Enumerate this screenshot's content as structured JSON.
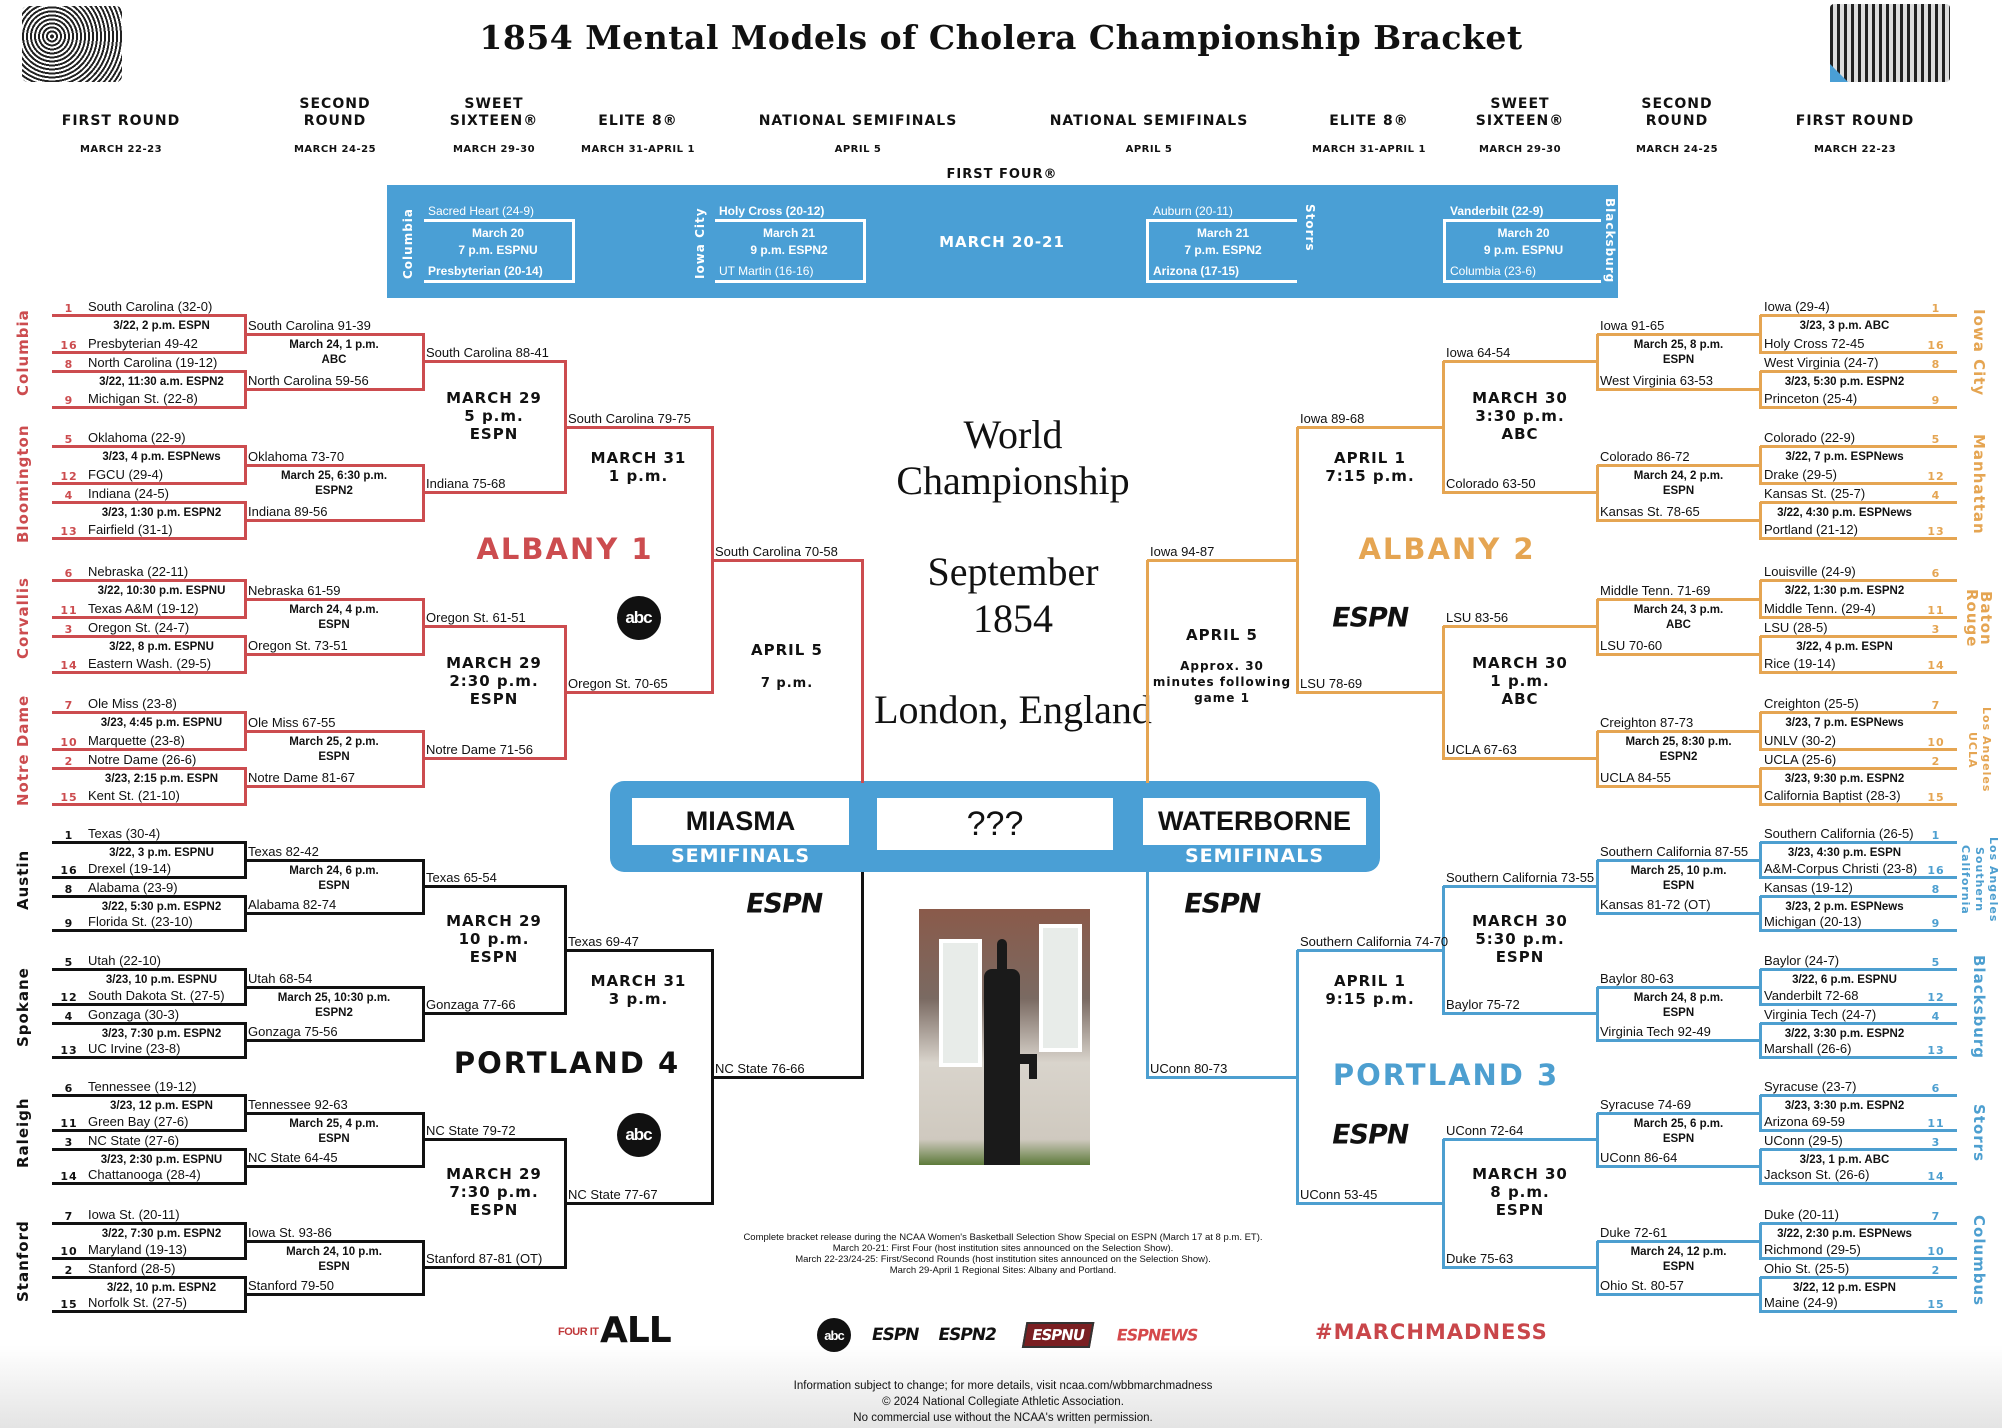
{
  "title": "1854 Mental Models of Cholera Championship Bracket",
  "header": {
    "columns": [
      {
        "label": "FIRST ROUND",
        "dates": "MARCH 22-23"
      },
      {
        "label": "SECOND ROUND",
        "dates": "MARCH 24-25"
      },
      {
        "label": "SWEET SIXTEEN®",
        "dates": "MARCH 29-30"
      },
      {
        "label": "ELITE 8®",
        "dates": "MARCH 31-APRIL 1"
      },
      {
        "label": "NATIONAL SEMIFINALS",
        "dates": "APRIL 5"
      },
      {
        "label": "NATIONAL SEMIFINALS",
        "dates": "APRIL 5"
      },
      {
        "label": "ELITE 8®",
        "dates": "MARCH 31-APRIL 1"
      },
      {
        "label": "SWEET SIXTEEN®",
        "dates": "MARCH 29-30"
      },
      {
        "label": "SECOND ROUND",
        "dates": "MARCH 24-25"
      },
      {
        "label": "FIRST ROUND",
        "dates": "MARCH 22-23"
      }
    ]
  },
  "first_four": {
    "title": "FIRST FOUR®",
    "center": "MARCH 20-21",
    "games": [
      {
        "city": "Columbia",
        "top": "Sacred Heart (24-9)",
        "date": "March 20",
        "time": "7 p.m. ESPNU",
        "bottom": "Presbyterian (20-14)"
      },
      {
        "city": "Iowa City",
        "top": "Holy Cross (20-12)",
        "date": "March 21",
        "time": "9 p.m. ESPN2",
        "bottom": "UT Martin (16-16)"
      },
      {
        "city": "Storrs",
        "top": "Auburn (20-11)",
        "date": "March 21",
        "time": "7 p.m. ESPN2",
        "bottom": "Arizona (17-15)"
      },
      {
        "city": "Blacksburg",
        "top": "Vanderbilt (22-9)",
        "date": "March 20",
        "time": "9 p.m. ESPNU",
        "bottom": "Columbia (23-6)"
      }
    ]
  },
  "colors": {
    "albany1": "#cc4c4f",
    "albany2": "#e5a552",
    "portland4": "#111111",
    "portland3": "#4d9fd0",
    "banner": "#4a9fd5"
  },
  "regions": [
    {
      "name": "ALBANY 1",
      "color": "#cc4c4f",
      "pods": [
        {
          "city": "Columbia",
          "teams": [
            {
              "seed": "1",
              "name": "South Carolina (32-0)"
            },
            {
              "seed": "16",
              "name": "Presbyterian  49-42"
            },
            {
              "seed": "8",
              "name": "North Carolina (19-12)"
            },
            {
              "seed": "9",
              "name": "Michigan St. (22-8)"
            }
          ],
          "r1_times": [
            "3/22, 2 p.m. ESPN",
            "3/22, 11:30 a.m. ESPN2"
          ],
          "r2_winners": [
            "South Carolina  91-39",
            "North Carolina  59-56"
          ],
          "r2_time": [
            "March 24, 1 p.m.",
            "ABC"
          ]
        },
        {
          "city": "Bloomington",
          "teams": [
            {
              "seed": "5",
              "name": "Oklahoma (22-9)"
            },
            {
              "seed": "12",
              "name": "FGCU (29-4)"
            },
            {
              "seed": "4",
              "name": "Indiana (24-5)"
            },
            {
              "seed": "13",
              "name": "Fairfield (31-1)"
            }
          ],
          "r1_times": [
            "3/23, 4 p.m. ESPNews",
            "3/23, 1:30 p.m. ESPN2"
          ],
          "r2_winners": [
            "Oklahoma  73-70",
            "Indiana  89-56"
          ],
          "r2_time": [
            "March 25, 6:30 p.m.",
            "ESPN2"
          ]
        },
        {
          "city": "Corvallis",
          "teams": [
            {
              "seed": "6",
              "name": "Nebraska (22-11)"
            },
            {
              "seed": "11",
              "name": "Texas A&M (19-12)"
            },
            {
              "seed": "3",
              "name": "Oregon St. (24-7)"
            },
            {
              "seed": "14",
              "name": "Eastern Wash. (29-5)"
            }
          ],
          "r1_times": [
            "3/22, 10:30 p.m. ESPNU",
            "3/22, 8 p.m. ESPNU"
          ],
          "r2_winners": [
            "Nebraska  61-59",
            "Oregon St.  73-51"
          ],
          "r2_time": [
            "March 24, 4 p.m.",
            "ESPN"
          ]
        },
        {
          "city": "Notre Dame",
          "teams": [
            {
              "seed": "7",
              "name": "Ole Miss (23-8)"
            },
            {
              "seed": "10",
              "name": "Marquette (23-8)"
            },
            {
              "seed": "2",
              "name": "Notre Dame (26-6)"
            },
            {
              "seed": "15",
              "name": "Kent St. (21-10)"
            }
          ],
          "r1_times": [
            "3/23, 4:45 p.m. ESPNU",
            "3/23, 2:15 p.m. ESPN"
          ],
          "r2_winners": [
            "Ole Miss  67-55",
            "Notre Dame  81-67"
          ],
          "r2_time": [
            "March 25, 2 p.m.",
            "ESPN"
          ]
        }
      ],
      "s16": [
        {
          "winners": [
            "South Carolina  88-41",
            "Indiana  75-68"
          ],
          "time": [
            "MARCH 29",
            "5 p.m.",
            "ESPN"
          ]
        },
        {
          "winners": [
            "Oregon St.  61-51",
            "Notre Dame  71-56"
          ],
          "time": [
            "MARCH 29",
            "2:30 p.m.",
            "ESPN"
          ]
        }
      ],
      "e8": {
        "winners": [
          "South Carolina  79-75",
          "Oregon St.  70-65"
        ],
        "time": [
          "MARCH 31",
          "1 p.m."
        ],
        "logo": "abc"
      },
      "f4_entry": "South Carolina  70-58"
    },
    {
      "name": "PORTLAND 4",
      "color": "#111111",
      "pods": [
        {
          "city": "Austin",
          "teams": [
            {
              "seed": "1",
              "name": "Texas (30-4)"
            },
            {
              "seed": "16",
              "name": "Drexel (19-14)"
            },
            {
              "seed": "8",
              "name": "Alabama (23-9)"
            },
            {
              "seed": "9",
              "name": "Florida St. (23-10)"
            }
          ],
          "r1_times": [
            "3/22, 3 p.m. ESPNU",
            "3/22, 5:30 p.m. ESPN2"
          ],
          "r2_winners": [
            "Texas  82-42",
            "Alabama  82-74"
          ],
          "r2_time": [
            "March 24, 6 p.m.",
            "ESPN"
          ]
        },
        {
          "city": "Spokane",
          "teams": [
            {
              "seed": "5",
              "name": "Utah (22-10)"
            },
            {
              "seed": "12",
              "name": "South Dakota St. (27-5)"
            },
            {
              "seed": "4",
              "name": "Gonzaga (30-3)"
            },
            {
              "seed": "13",
              "name": "UC Irvine (23-8)"
            }
          ],
          "r1_times": [
            "3/23, 10 p.m. ESPNU",
            "3/23, 7:30 p.m. ESPN2"
          ],
          "r2_winners": [
            "Utah  68-54",
            "Gonzaga  75-56"
          ],
          "r2_time": [
            "March 25, 10:30 p.m.",
            "ESPN2"
          ]
        },
        {
          "city": "Raleigh",
          "teams": [
            {
              "seed": "6",
              "name": "Tennessee (19-12)"
            },
            {
              "seed": "11",
              "name": "Green Bay (27-6)"
            },
            {
              "seed": "3",
              "name": "NC State (27-6)"
            },
            {
              "seed": "14",
              "name": "Chattanooga (28-4)"
            }
          ],
          "r1_times": [
            "3/23, 12 p.m. ESPN",
            "3/23, 2:30 p.m. ESPNU"
          ],
          "r2_winners": [
            "Tennessee  92-63",
            "NC State  64-45"
          ],
          "r2_time": [
            "March 25, 4 p.m.",
            "ESPN"
          ]
        },
        {
          "city": "Stanford",
          "teams": [
            {
              "seed": "7",
              "name": "Iowa St. (20-11)"
            },
            {
              "seed": "10",
              "name": "Maryland (19-13)"
            },
            {
              "seed": "2",
              "name": "Stanford (28-5)"
            },
            {
              "seed": "15",
              "name": "Norfolk St. (27-5)"
            }
          ],
          "r1_times": [
            "3/22, 7:30 p.m. ESPN2",
            "3/22, 10 p.m. ESPN2"
          ],
          "r2_winners": [
            "Iowa St.  93-86",
            "Stanford  79-50"
          ],
          "r2_time": [
            "March 24, 10 p.m.",
            "ESPN"
          ]
        }
      ],
      "s16": [
        {
          "winners": [
            "Texas  65-54",
            "Gonzaga  77-66"
          ],
          "time": [
            "MARCH 29",
            "10 p.m.",
            "ESPN"
          ]
        },
        {
          "winners": [
            "NC State  79-72",
            "Stanford  87-81 (OT)"
          ],
          "time": [
            "MARCH 29",
            "7:30 p.m.",
            "ESPN"
          ]
        }
      ],
      "e8": {
        "winners": [
          "Texas  69-47",
          "NC State  77-67"
        ],
        "time": [
          "MARCH 31",
          "3 p.m."
        ],
        "logo": "abc"
      },
      "f4_entry": "NC State  76-66"
    },
    {
      "name": "ALBANY 2",
      "color": "#e5a552",
      "pods": [
        {
          "city": "Iowa City",
          "teams": [
            {
              "seed": "1",
              "name": "Iowa (29-4)"
            },
            {
              "seed": "16",
              "name": "Holy Cross  72-45"
            },
            {
              "seed": "8",
              "name": "West Virginia (24-7)"
            },
            {
              "seed": "9",
              "name": "Princeton (25-4)"
            }
          ],
          "r1_times": [
            "3/23, 3 p.m. ABC",
            "3/23, 5:30 p.m. ESPN2"
          ],
          "r2_winners": [
            "Iowa  91-65",
            "West Virginia  63-53"
          ],
          "r2_time": [
            "March 25, 8 p.m.",
            "ESPN"
          ]
        },
        {
          "city": "Manhattan",
          "teams": [
            {
              "seed": "5",
              "name": "Colorado (22-9)"
            },
            {
              "seed": "12",
              "name": "Drake (29-5)"
            },
            {
              "seed": "4",
              "name": "Kansas St. (25-7)"
            },
            {
              "seed": "13",
              "name": "Portland (21-12)"
            }
          ],
          "r1_times": [
            "3/22, 7 p.m. ESPNews",
            "3/22, 4:30 p.m. ESPNews"
          ],
          "r2_winners": [
            "Colorado  86-72",
            "Kansas St.  78-65"
          ],
          "r2_time": [
            "March 24, 2 p.m.",
            "ESPN"
          ]
        },
        {
          "city": "Baton Rouge",
          "teams": [
            {
              "seed": "6",
              "name": "Louisville (24-9)"
            },
            {
              "seed": "11",
              "name": "Middle Tenn. (29-4)"
            },
            {
              "seed": "3",
              "name": "LSU (28-5)"
            },
            {
              "seed": "14",
              "name": "Rice (19-14)"
            }
          ],
          "r1_times": [
            "3/22, 1:30 p.m. ESPN2",
            "3/22, 4 p.m. ESPN"
          ],
          "r2_winners": [
            "Middle Tenn.  71-69",
            "LSU  70-60"
          ],
          "r2_time": [
            "March 24, 3 p.m.",
            "ABC"
          ]
        },
        {
          "city": "Los Angeles UCLA",
          "teams": [
            {
              "seed": "7",
              "name": "Creighton (25-5)"
            },
            {
              "seed": "10",
              "name": "UNLV (30-2)"
            },
            {
              "seed": "2",
              "name": "UCLA (25-6)"
            },
            {
              "seed": "15",
              "name": "California Baptist (28-3)"
            }
          ],
          "r1_times": [
            "3/23, 7 p.m. ESPNews",
            "3/23, 9:30 p.m. ESPN2"
          ],
          "r2_winners": [
            "Creighton  87-73",
            "UCLA  84-55"
          ],
          "r2_time": [
            "March 25, 8:30 p.m.",
            "ESPN2"
          ]
        }
      ],
      "s16": [
        {
          "winners": [
            "Iowa  64-54",
            "Colorado  63-50"
          ],
          "time": [
            "MARCH 30",
            "3:30 p.m.",
            "ABC"
          ]
        },
        {
          "winners": [
            "LSU  83-56",
            "UCLA  67-63"
          ],
          "time": [
            "MARCH 30",
            "1 p.m.",
            "ABC"
          ]
        }
      ],
      "e8": {
        "winners": [
          "Iowa  89-68",
          "LSU  78-69"
        ],
        "time": [
          "APRIL 1",
          "7:15 p.m."
        ],
        "logo": "espn"
      },
      "f4_entry": "Iowa  94-87"
    },
    {
      "name": "PORTLAND 3",
      "color": "#4d9fd0",
      "pods": [
        {
          "city": "Los Angeles Southern California",
          "teams": [
            {
              "seed": "1",
              "name": "Southern California (26-5)"
            },
            {
              "seed": "16",
              "name": "A&M-Corpus Christi (23-8)"
            },
            {
              "seed": "8",
              "name": "Kansas (19-12)"
            },
            {
              "seed": "9",
              "name": "Michigan (20-13)"
            }
          ],
          "r1_times": [
            "3/23, 4:30 p.m. ESPN",
            "3/23, 2 p.m. ESPNews"
          ],
          "r2_winners": [
            "Southern California  87-55",
            "Kansas  81-72 (OT)"
          ],
          "r2_time": [
            "March 25, 10 p.m.",
            "ESPN"
          ]
        },
        {
          "city": "Blacksburg",
          "teams": [
            {
              "seed": "5",
              "name": "Baylor (24-7)"
            },
            {
              "seed": "12",
              "name": "Vanderbilt  72-68"
            },
            {
              "seed": "4",
              "name": "Virginia Tech (24-7)"
            },
            {
              "seed": "13",
              "name": "Marshall (26-6)"
            }
          ],
          "r1_times": [
            "3/22, 6 p.m. ESPNU",
            "3/22, 3:30 p.m. ESPN2"
          ],
          "r2_winners": [
            "Baylor  80-63",
            "Virginia Tech  92-49"
          ],
          "r2_time": [
            "March 24, 8 p.m.",
            "ESPN"
          ]
        },
        {
          "city": "Storrs",
          "teams": [
            {
              "seed": "6",
              "name": "Syracuse (23-7)"
            },
            {
              "seed": "11",
              "name": "Arizona  69-59"
            },
            {
              "seed": "3",
              "name": "UConn (29-5)"
            },
            {
              "seed": "14",
              "name": "Jackson St. (26-6)"
            }
          ],
          "r1_times": [
            "3/23, 3:30 p.m. ESPN2",
            "3/23, 1 p.m. ABC"
          ],
          "r2_winners": [
            "Syracuse  74-69",
            "UConn  86-64"
          ],
          "r2_time": [
            "March 25, 6 p.m.",
            "ESPN"
          ]
        },
        {
          "city": "Columbus",
          "teams": [
            {
              "seed": "7",
              "name": "Duke (20-11)"
            },
            {
              "seed": "10",
              "name": "Richmond (29-5)"
            },
            {
              "seed": "2",
              "name": "Ohio St. (25-5)"
            },
            {
              "seed": "15",
              "name": "Maine (24-9)"
            }
          ],
          "r1_times": [
            "3/22, 2:30 p.m. ESPNews",
            "3/22, 12 p.m. ESPN"
          ],
          "r2_winners": [
            "Duke  72-61",
            "Ohio St.  80-57"
          ],
          "r2_time": [
            "March 24, 12 p.m.",
            "ESPN"
          ]
        }
      ],
      "s16": [
        {
          "winners": [
            "Southern California  73-55",
            "Baylor  75-72"
          ],
          "time": [
            "MARCH 30",
            "5:30 p.m.",
            "ESPN"
          ]
        },
        {
          "winners": [
            "UConn  72-64",
            "Duke  75-63"
          ],
          "time": [
            "MARCH 30",
            "8 p.m.",
            "ESPN"
          ]
        }
      ],
      "e8": {
        "winners": [
          "Southern California  74-70",
          "UConn  53-45"
        ],
        "time": [
          "APRIL 1",
          "9:15 p.m."
        ],
        "logo": "espn"
      },
      "f4_entry": "UConn  80-73"
    }
  ],
  "final_four": {
    "left": {
      "date": "APRIL 5",
      "time": "7 p.m."
    },
    "right": {
      "date": "APRIL 5",
      "time": "Approx. 30 minutes following game 1"
    },
    "semifinals": {
      "left_name": "MIASMA",
      "center_name": "???",
      "right_name": "WATERBORNE",
      "sub_label": "SEMIFINALS"
    }
  },
  "championship": {
    "line1": "World",
    "line2": "Championship",
    "date1": "September",
    "date2": "1854",
    "place": "London, England"
  },
  "logos": {
    "abc": "abc",
    "espn": "ESPN",
    "espn2": "ESPN2",
    "espnu": "ESPNU",
    "espnews": "ESPNEWS",
    "four_it": "FOUR IT",
    "all": "ALL",
    "hashtag": "#MARCHMADNESS"
  },
  "notes": [
    "Complete bracket release during the NCAA Women's Basketball Selection Show Special on ESPN (March 17 at 8 p.m. ET).",
    "March 20-21: First Four (host institution sites announced on the Selection Show).",
    "March 22-23/24-25: First/Second Rounds (host institution sites announced on the Selection Show).",
    "March 29-April 1 Regional Sites: Albany and Portland."
  ],
  "footer": [
    "Information subject to change; for more details, visit ncaa.com/wbbmarchmadness",
    "© 2024 National Collegiate Athletic Association.",
    "No commercial use without the NCAA's written permission."
  ]
}
